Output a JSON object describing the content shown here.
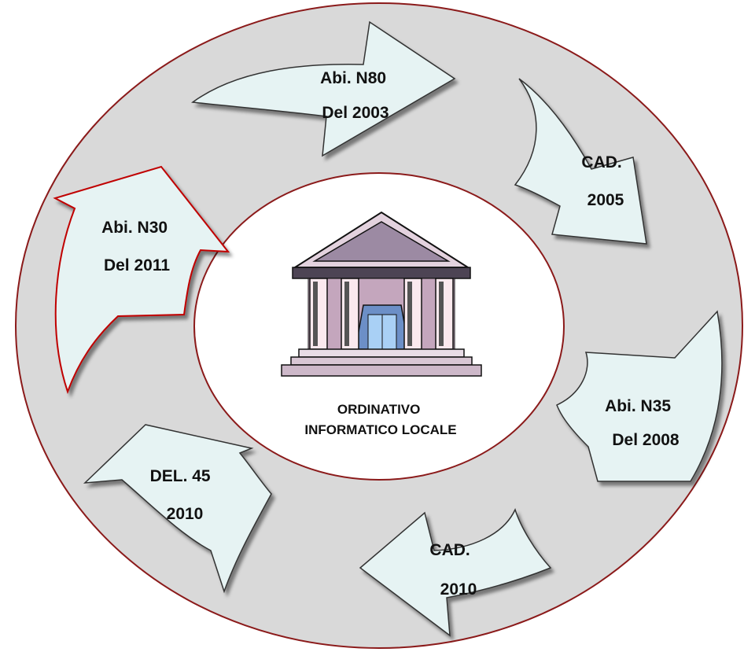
{
  "diagram": {
    "center": {
      "line1": "ORDINATIVO",
      "line2": "INFORMATICO LOCALE",
      "icon": "classical-building-icon"
    },
    "steps": [
      {
        "id": "abi-n80-2003",
        "line1": "Abi. N80",
        "line2": "Del 2003"
      },
      {
        "id": "cad-2005",
        "line1": "CAD.",
        "line2": "2005"
      },
      {
        "id": "abi-n35-2008",
        "line1": "Abi. N35",
        "line2": "Del 2008"
      },
      {
        "id": "cad-2010",
        "line1": "CAD.",
        "line2": "2010"
      },
      {
        "id": "del-45-2010",
        "line1": "DEL. 45",
        "line2": "2010"
      },
      {
        "id": "abi-n30-2011",
        "line1": "Abi. N30",
        "line2": "Del 2011",
        "highlight": true
      }
    ],
    "colors": {
      "ring_fill": "#d9d9d9",
      "ring_stroke": "#8b1a1a",
      "arrow_fill": "#e6f3f3",
      "arrow_stroke": "#333333",
      "highlight_stroke": "#c00000",
      "center_fill": "#ffffff"
    }
  }
}
